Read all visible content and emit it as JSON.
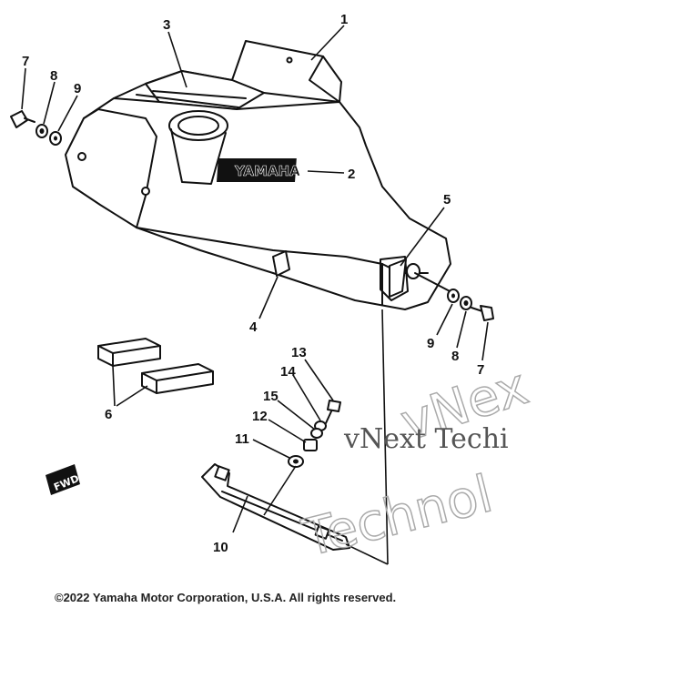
{
  "diagram": {
    "parts": [
      {
        "number": "1"
      },
      {
        "number": "2"
      },
      {
        "number": "3"
      },
      {
        "number": "4"
      },
      {
        "number": "5"
      },
      {
        "number": "6"
      },
      {
        "number": "7"
      },
      {
        "number": "8"
      },
      {
        "number": "9"
      },
      {
        "number": "10"
      },
      {
        "number": "11"
      },
      {
        "number": "12"
      },
      {
        "number": "13"
      },
      {
        "number": "14"
      },
      {
        "number": "15"
      }
    ],
    "callouts_repeated": {
      "seven_right": "7",
      "eight_right": "8",
      "nine_right": "9"
    },
    "badge_text": "YAMAHA",
    "fwd_label": "FWD"
  },
  "watermark": {
    "line1": "vNext Techi",
    "line2": "Technol",
    "line3": "vNex"
  },
  "copyright": "©2022 Yamaha Motor Corporation, U.S.A. All rights reserved."
}
